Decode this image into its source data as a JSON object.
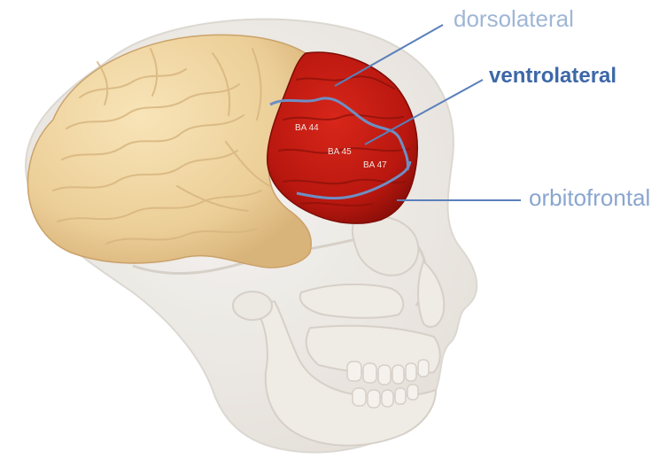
{
  "labels": {
    "dorsolateral": "dorsolateral",
    "ventrolateral": "ventrolateral",
    "orbitofrontal": "orbitofrontal"
  },
  "areas": {
    "ba44": "BA 44",
    "ba45": "BA 45",
    "ba47": "BA 47"
  },
  "colors": {
    "prefrontal_red": "#b8170f",
    "brain_beige": "#f0d5a2",
    "skull_gray": "#e6e2dc",
    "leader_line_blue": "#5a80bb"
  }
}
